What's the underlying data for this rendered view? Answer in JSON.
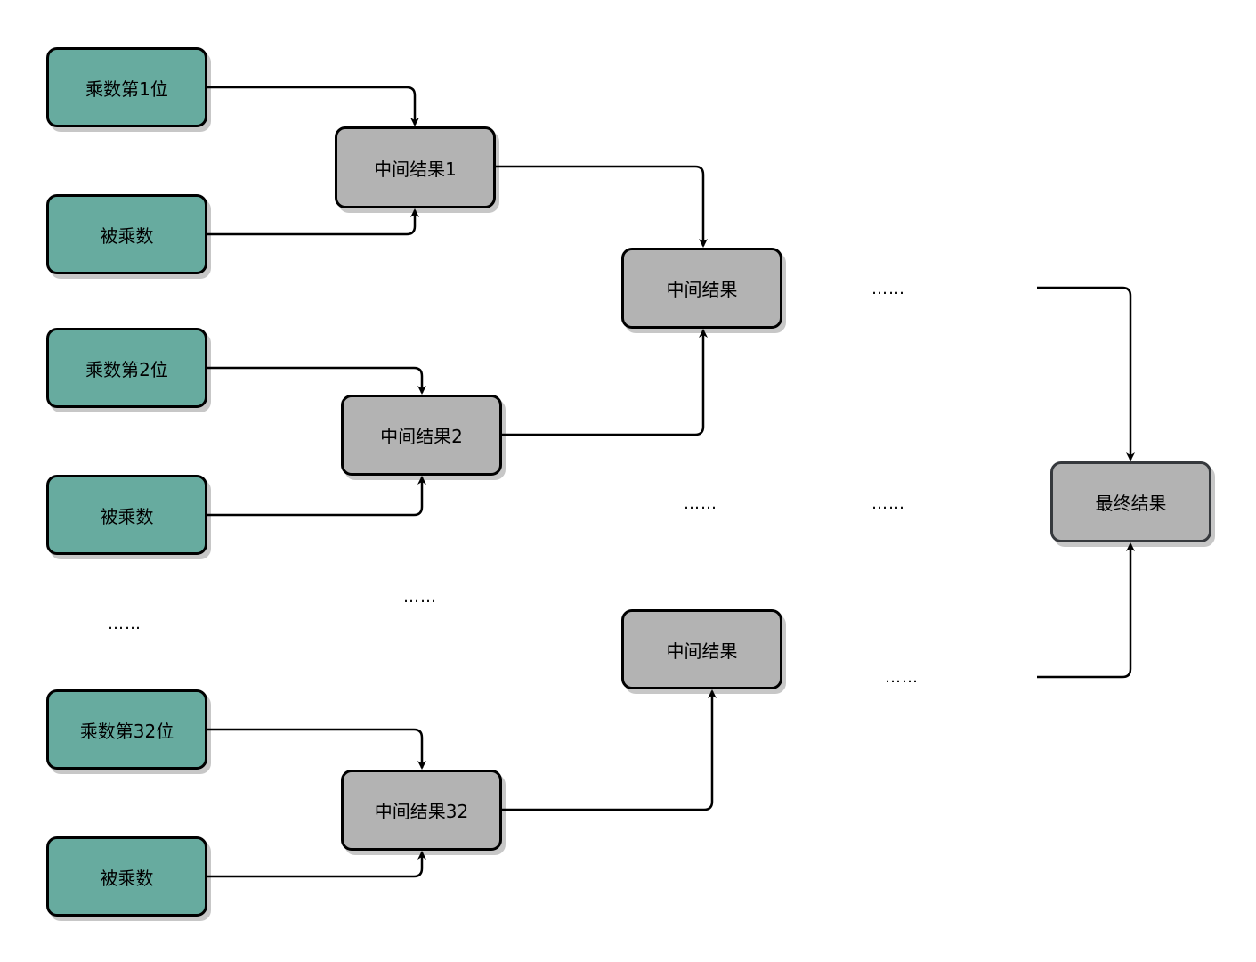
{
  "colors": {
    "input_fill": "#67AB9F",
    "intermediate_fill": "#B3B3B3",
    "stroke": "#000000",
    "final_stroke": "#36393D"
  },
  "nodes": {
    "multiplier_bit_1": "乘数第1位",
    "multiplicand_1": "被乘数",
    "multiplier_bit_2": "乘数第2位",
    "multiplicand_2": "被乘数",
    "multiplier_bit_32": "乘数第32位",
    "multiplicand_32": "被乘数",
    "intermediate_1": "中间结果1",
    "intermediate_2": "中间结果2",
    "intermediate_32": "中间结果32",
    "intermediate_upper": "中间结果",
    "intermediate_lower": "中间结果",
    "final_result": "最终结果"
  },
  "ellipsis": "……"
}
